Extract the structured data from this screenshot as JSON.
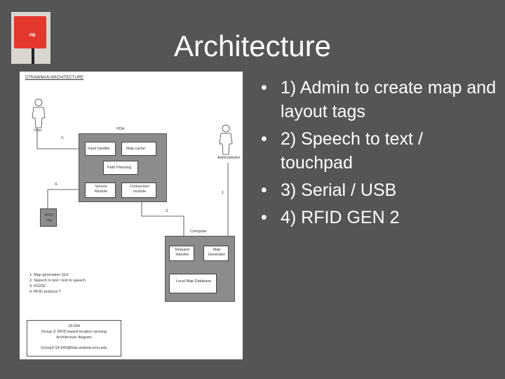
{
  "slide": {
    "title": "Architecture",
    "bullets": [
      "1) Admin to create map and layout tags",
      "2) Speech to text / touchpad",
      "3) Serial / USB",
      "4) RFID GEN 2"
    ],
    "background_color": "#555555"
  },
  "thumbnail": {
    "device_label": "PB",
    "device_color": "#e4382c"
  },
  "diagram": {
    "heading": "STRAWMAN ARCHITECTURE",
    "actors": {
      "user": "User",
      "admin": "Administrator"
    },
    "pda": {
      "label": "PDA",
      "input_handler": "Input handler",
      "map_cache": "Map cache",
      "path_planning": "Path Planning",
      "sensor_module": "Sensor Module",
      "connection_module": "Connection module"
    },
    "rfid_tag": "RFID tag",
    "computer": {
      "label": "Computer",
      "request_handler": "Request Handler",
      "map_generator": "Map Generator",
      "local_map_database": "Local Map Database"
    },
    "links": [
      "2.",
      "4.",
      "3.",
      "1."
    ],
    "legend": [
      "1. Map generation GUI",
      "2. Speech to text / text to speech",
      "3. RS232",
      "4. RFID protocol ?"
    ],
    "info_box": {
      "line1": "18-549",
      "line2": "Group 3: RFID based location sensing",
      "line3": "Architecture diagram",
      "line4": "Group3-18-549@lists.andrew.cmu.edu"
    },
    "box_fill_color": "#8c8c8c"
  }
}
